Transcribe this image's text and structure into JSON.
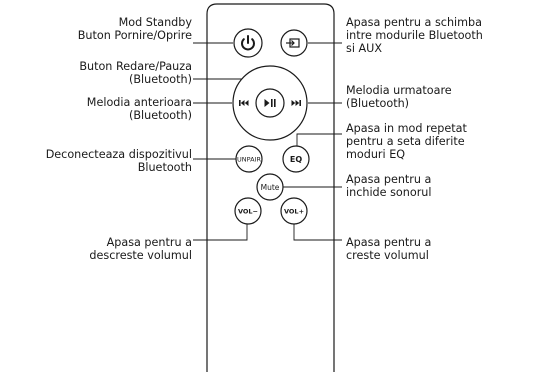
{
  "remote": {
    "buttons": {
      "unpair": "UNPAIR",
      "eq": "EQ",
      "mute": "Mute",
      "vol_down": "VOL−",
      "vol_up": "VOL+"
    },
    "icons": {
      "power": "power-icon",
      "source": "input-source-icon",
      "play_pause": "play-pause-icon",
      "previous": "previous-track-icon",
      "next": "next-track-icon"
    }
  },
  "labels": {
    "standby": [
      "Mod Standby",
      "Buton Pornire/Oprire"
    ],
    "source": [
      "Apasa pentru a schimba",
      "intre modurile Bluetooth",
      "si AUX"
    ],
    "play_pause": [
      "Buton Redare/Pauza",
      "(Bluetooth)"
    ],
    "previous": [
      "Melodia anterioara",
      "(Bluetooth)"
    ],
    "next": [
      "Melodia urmatoare",
      "(Bluetooth)"
    ],
    "unpair": [
      "Deconecteaza dispozitivul",
      "Bluetooth"
    ],
    "eq": [
      "Apasa in mod repetat",
      "pentru a seta diferite",
      "moduri EQ"
    ],
    "mute": [
      "Apasa pentru a",
      "inchide sonorul"
    ],
    "vol_down": [
      "Apasa pentru a",
      "descreste volumul"
    ],
    "vol_up": [
      "Apasa pentru a",
      "creste volumul"
    ]
  },
  "colors": {
    "line": "#1a1a1a",
    "background": "#ffffff"
  }
}
